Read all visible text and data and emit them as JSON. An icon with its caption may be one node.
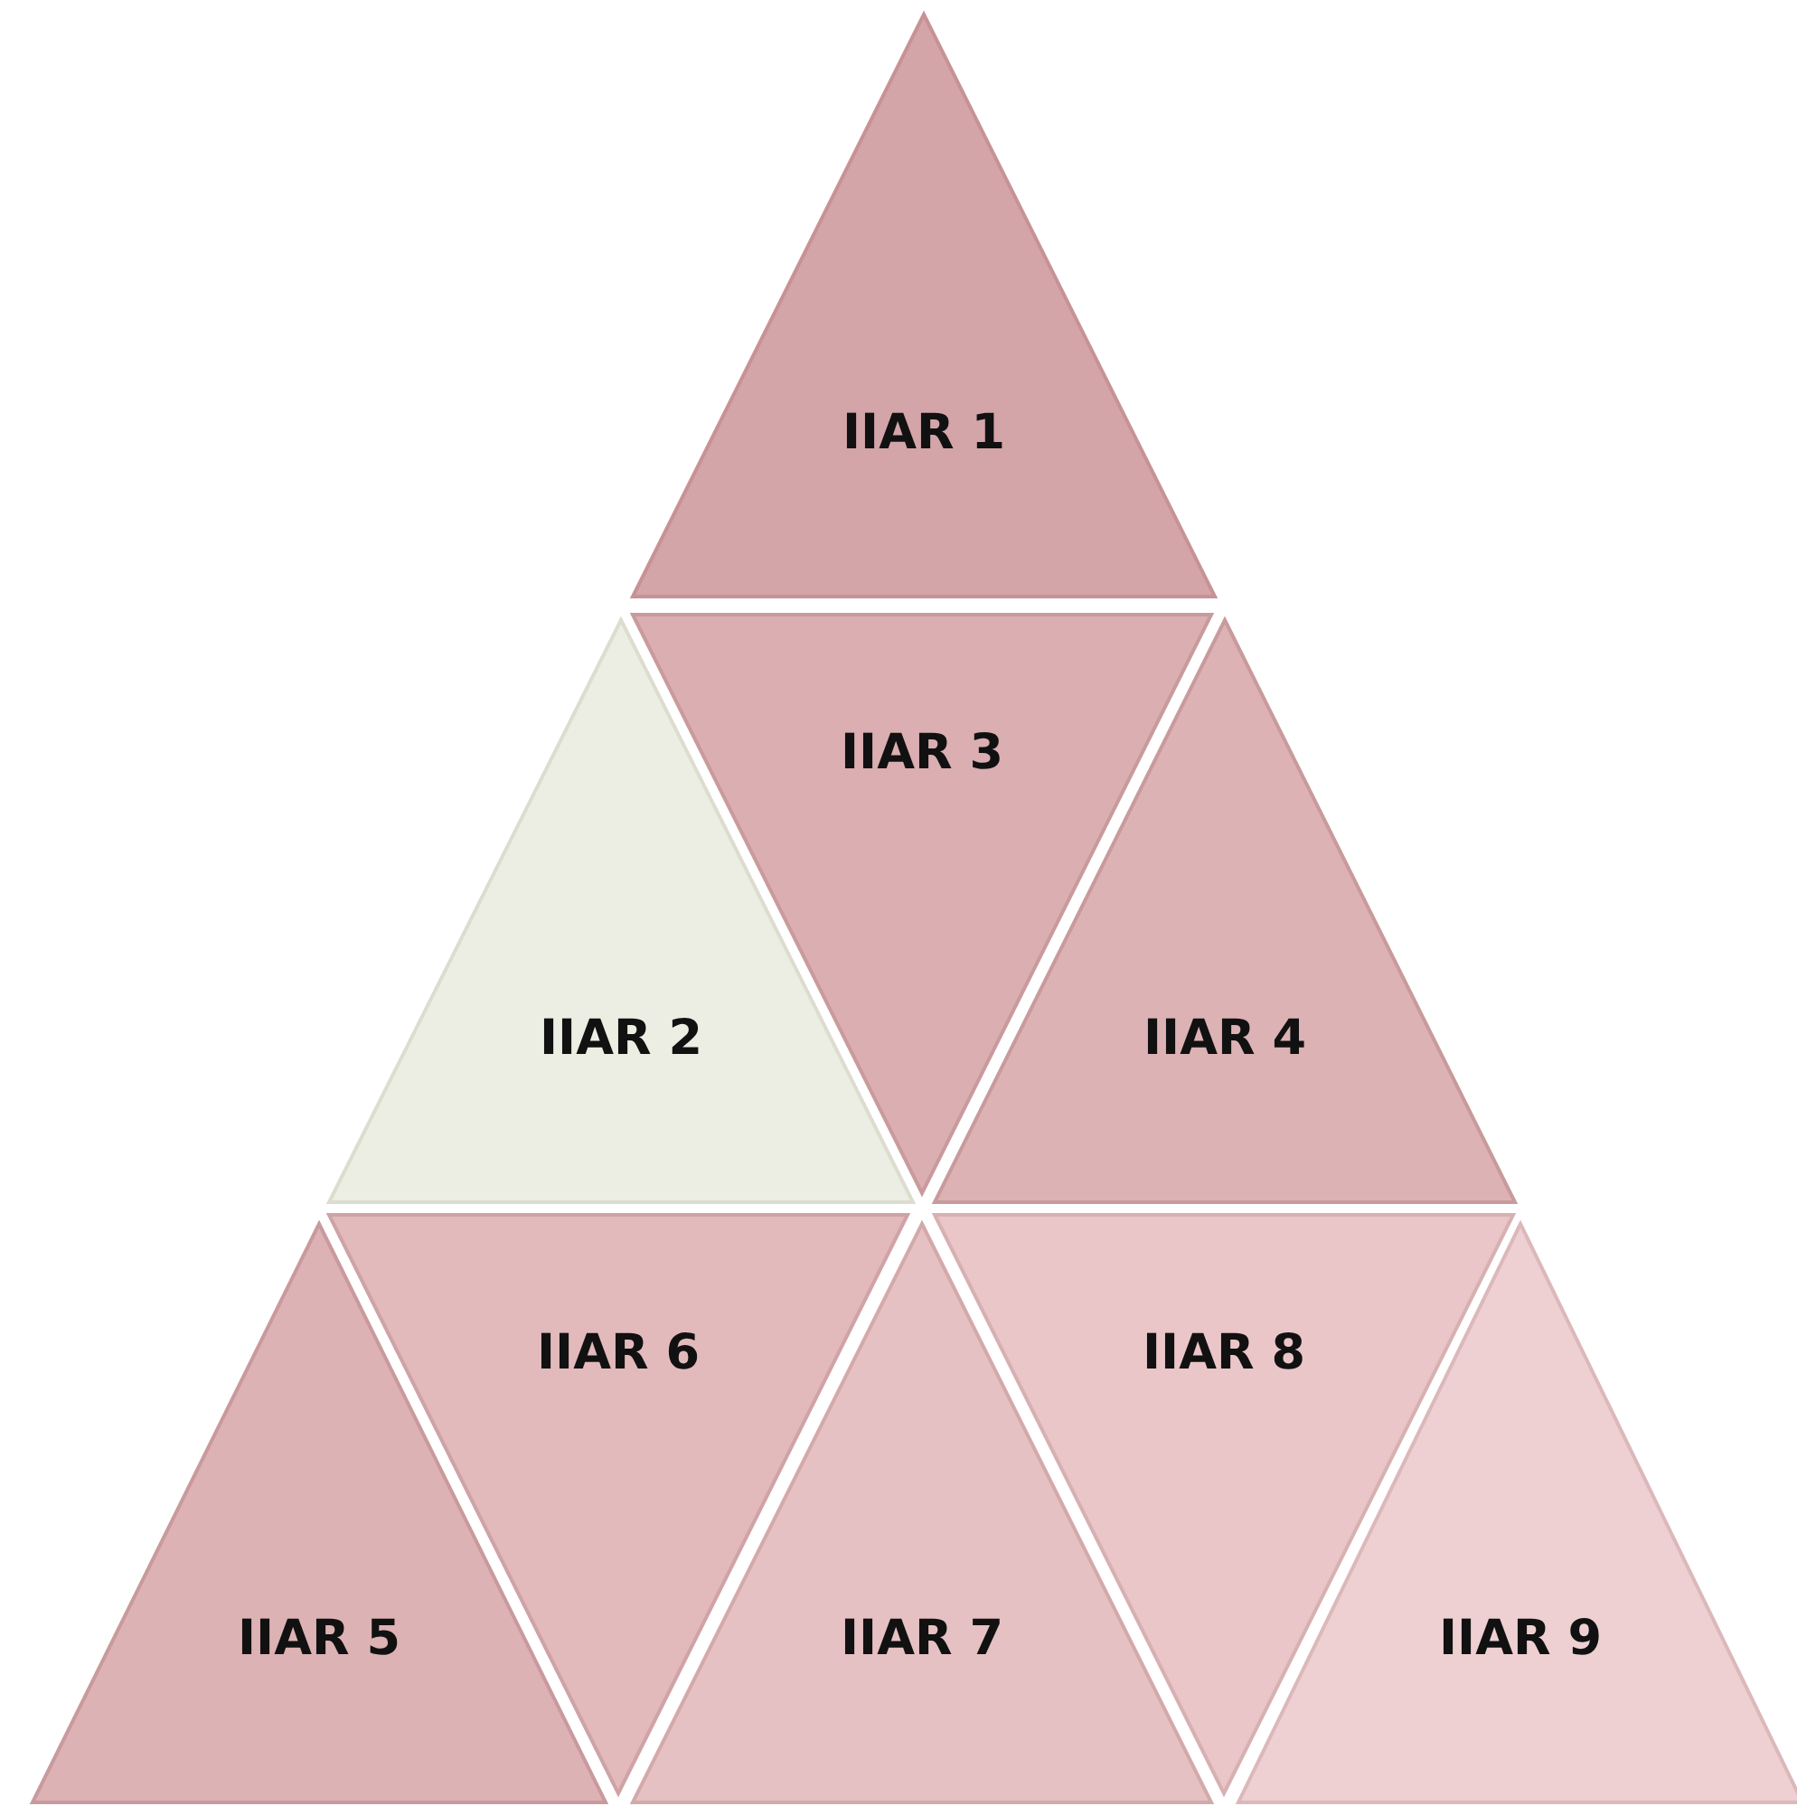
{
  "diagram": {
    "nodes": [
      {
        "text": [
          "IIAR 1"
        ]
      },
      {
        "text": [
          "IIAR 2"
        ]
      },
      {
        "text": [
          "IIAR 3"
        ]
      },
      {
        "text": [
          "IIAR 4"
        ]
      },
      {
        "text": [
          "IIAR 5"
        ]
      },
      {
        "text": [
          "IIAR 6"
        ]
      },
      {
        "text": [
          "IIAR 7"
        ]
      },
      {
        "text": [
          "IIAR 8"
        ]
      },
      {
        "text": [
          "IIAR 9"
        ]
      }
    ]
  }
}
